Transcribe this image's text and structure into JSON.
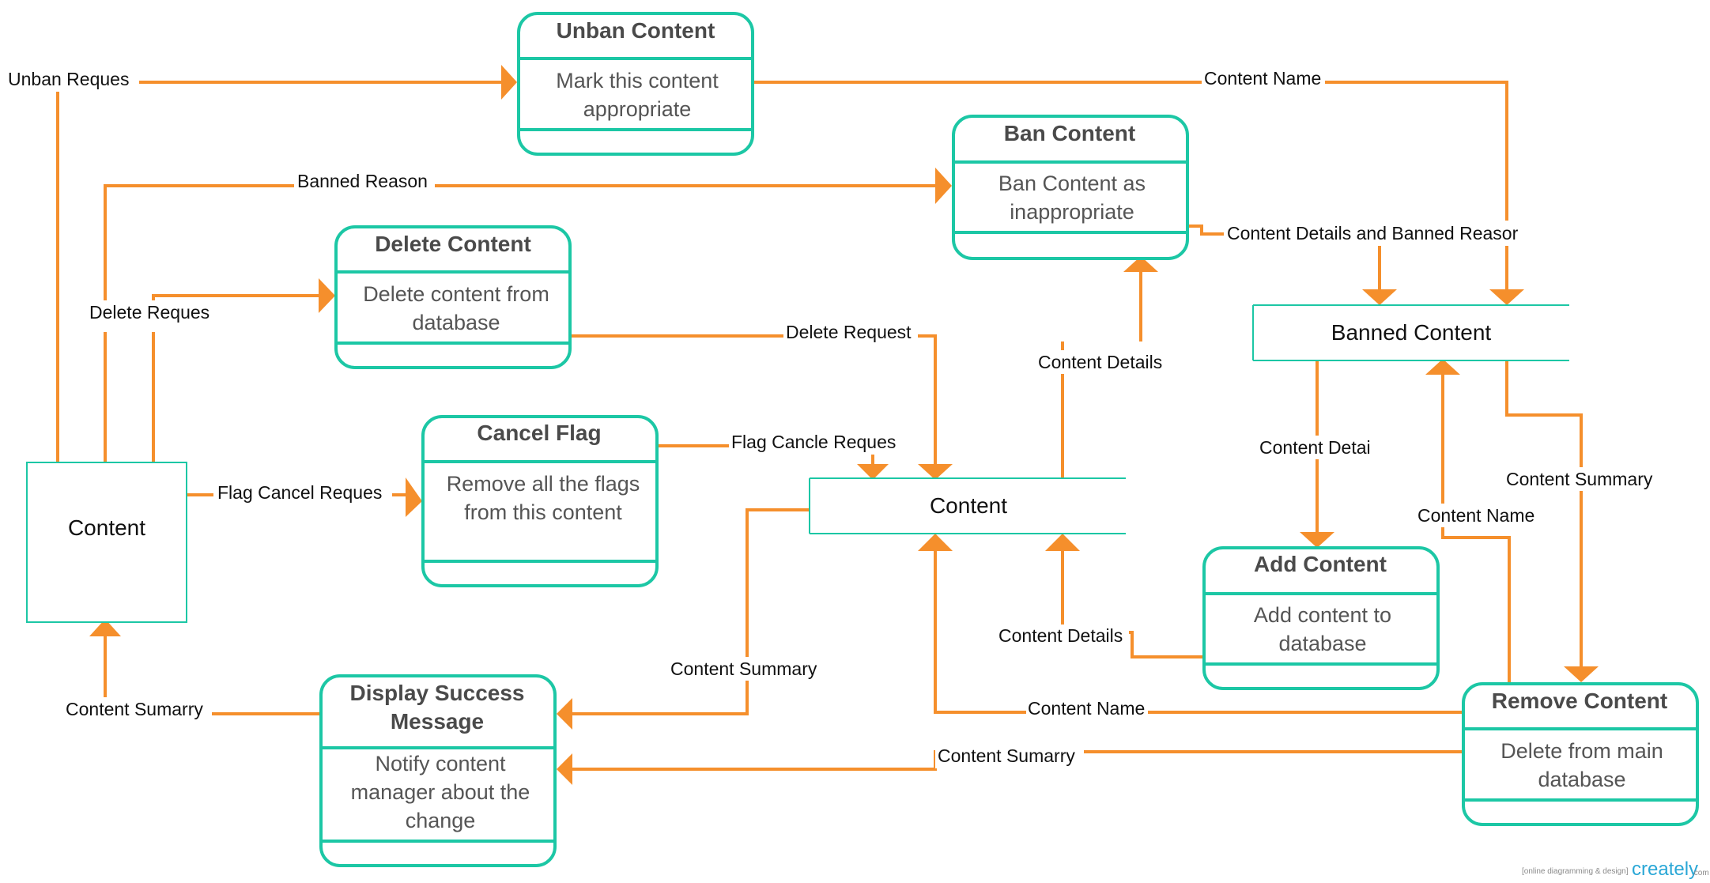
{
  "processes": {
    "unban": {
      "title": "Unban Content",
      "body": [
        "Mark this content",
        "appropriate"
      ]
    },
    "ban": {
      "title": "Ban Content",
      "body": [
        "Ban Content as",
        "inappropriate"
      ]
    },
    "delete": {
      "title": "Delete Content",
      "body": [
        "Delete content from",
        "database"
      ]
    },
    "cancel_flag": {
      "title": "Cancel Flag",
      "body": [
        "Remove all the flags",
        "from this content"
      ]
    },
    "add": {
      "title": "Add Content",
      "body": [
        "Add content to",
        "database"
      ]
    },
    "display": {
      "title": [
        "Display Success",
        "Message"
      ],
      "body": [
        "Notify content",
        "manager about the",
        "change"
      ]
    },
    "remove": {
      "title": "Remove Content",
      "body": [
        "Delete from main",
        "database"
      ]
    }
  },
  "entity": {
    "label": "Content"
  },
  "stores": {
    "content": {
      "label": "Content"
    },
    "banned": {
      "label": "Banned Content"
    }
  },
  "flows": {
    "unban_request": "Unban Reques",
    "banned_reason": "Banned Reason",
    "delete_request_left": "Delete Reques",
    "flag_cancel_request": "Flag Cancel Reques",
    "content_summary_left": "Content Sumarry",
    "content_name_top": "Content Name",
    "content_details_banned_reason": "Content Details and Banned Reasor",
    "delete_request_mid": "Delete Request",
    "content_details_mid": "Content Details",
    "flag_cancle_request": "Flag Cancle Reques",
    "content_summary_mid": "Content Summary",
    "content_details_lower": "Content Details",
    "content_name_bottom": "Content Name",
    "content_sumarry_bottom": "Content Sumarry",
    "content_detai": "Content Detai",
    "content_summary_right": "Content Summary",
    "content_name_right": "Content Name"
  },
  "watermark": {
    "tagline": "[online diagramming & design]",
    "brand": "creately",
    "suffix": ".com"
  },
  "colors": {
    "process_border": "#1cc7a5",
    "flow_line": "#f58f2c",
    "text": "#111111",
    "process_title": "#4a4a4a"
  }
}
